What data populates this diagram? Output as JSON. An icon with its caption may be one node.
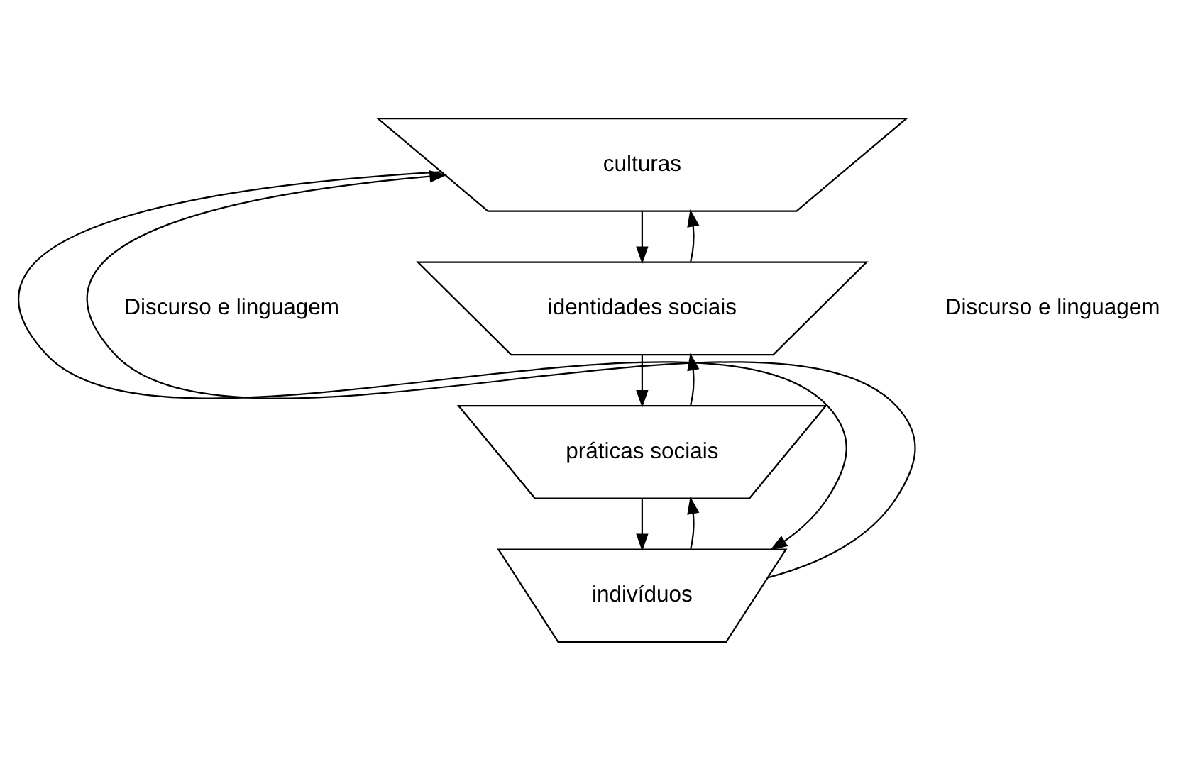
{
  "diagram": {
    "nodes": [
      {
        "text": [
          "culturas"
        ]
      },
      {
        "text": [
          "identidades sociais"
        ]
      },
      {
        "text": [
          "práticas sociais"
        ]
      },
      {
        "text": [
          "indivíduos"
        ]
      }
    ],
    "edges": [
      {
        "from": 0,
        "to": 1,
        "arrow": "to"
      },
      {
        "from": 1,
        "to": 2,
        "arrow": "to"
      },
      {
        "from": 2,
        "to": 3,
        "arrow": "to"
      },
      {
        "from": 3,
        "to": 2,
        "arrow": "to"
      },
      {
        "from": 2,
        "to": 1,
        "arrow": "to"
      },
      {
        "from": 1,
        "to": 0,
        "arrow": "to"
      },
      {
        "from": 3,
        "to": 0,
        "arrow": "to"
      },
      {
        "from": 0,
        "to": 3,
        "arrow": "to"
      }
    ],
    "labels": [
      "Discurso e linguagem",
      "Discurso e linguagem"
    ]
  }
}
